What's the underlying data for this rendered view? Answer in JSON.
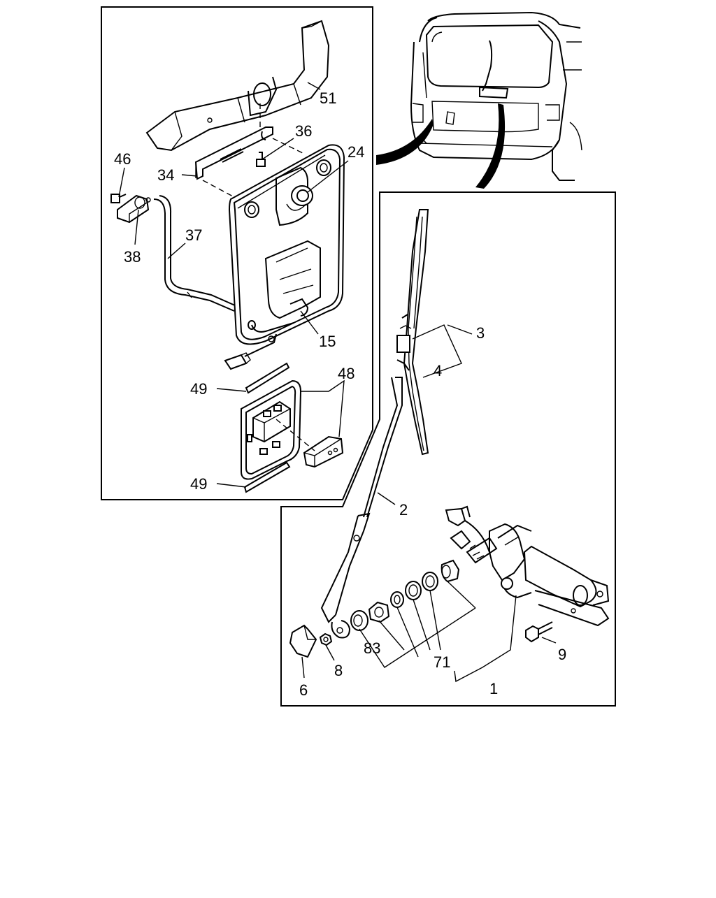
{
  "callouts": {
    "c51": "51",
    "c36": "36",
    "c24": "24",
    "c46": "46",
    "c34": "34",
    "c37": "37",
    "c38": "38",
    "c15": "15",
    "c48": "48",
    "c49a": "49",
    "c49b": "49",
    "c3": "3",
    "c4": "4",
    "c2": "2",
    "c83": "83",
    "c71": "71",
    "c9": "9",
    "c8": "8",
    "c6": "6",
    "c1": "1"
  }
}
